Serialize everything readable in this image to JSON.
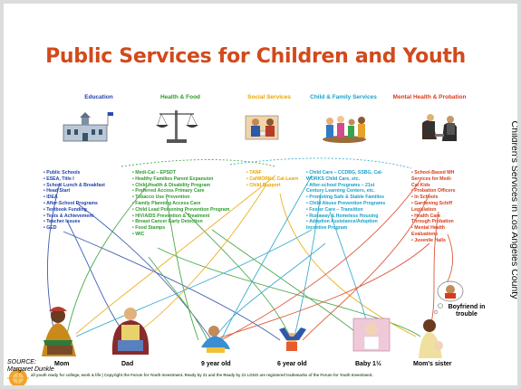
{
  "title": "Public Services for Children and Youth",
  "side_title": "Children's Services in Los Angeles County",
  "categories": [
    {
      "label": "Education",
      "color": "#1f3fa8"
    },
    {
      "label": "Health & Food",
      "color": "#2d9a2d"
    },
    {
      "label": "Social Services",
      "color": "#e8a400"
    },
    {
      "label": "Child & Family Services",
      "color": "#1aa0c8"
    },
    {
      "label": "Mental Health & Probation",
      "color": "#d73c1a"
    }
  ],
  "education_items": [
    "• Public Schools",
    "• ESEA, Title I",
    "• School Lunch & Breakfast",
    "• Head Start",
    "• IDEA",
    "• After-School Programs",
    "• Textbook Funding",
    "• Tests & Achievement",
    "• Teacher Issues",
    "• GED"
  ],
  "health_items": [
    "• Medi-Cal – EPSDT",
    "• Healthy Families Parent Expansion",
    "• Child Health & Disability Program",
    "• Preferred Access Primary Care",
    "• Tobacco Use Prevention",
    "• Family Planning Access Care",
    "• Child Lead Poisoning Prevention Program",
    "• HIV/AIDS Prevention & Treatment",
    "• Breast Cancer Early Detection",
    "• Food Stamps",
    "• WIC"
  ],
  "social_items": [
    "• TANF",
    "• CalWORKs, Cal-Learn",
    "• Child Support"
  ],
  "family_items": [
    "• Child Care – CCDBG, SSBG, Cal-",
    "  WORKS Child Care, etc.",
    "• After-school Programs – 21st",
    "  Century Learning Centers, etc.",
    "• Promoting Safe & Stable Families",
    "• Child Abuse Prevention Programs",
    "• Foster Care – Transition",
    "• Runaway & Homeless Housing",
    "• Adoption Assistance/Adoption",
    "  Incentive Program"
  ],
  "mental_items": [
    "• School-Based MH",
    "  Services for Medi-",
    "  Cal Kids",
    "• Probation Officers",
    "• In Schools",
    "• Gardening Schiff",
    "  Legislation",
    "• Health Care",
    "  Through Probation",
    "• Mental Health",
    "  Evaluations",
    "• Juvenile Halls"
  ],
  "members": [
    "Mom",
    "Dad",
    "9 year old",
    "6 year old",
    "Baby 1½",
    "Mom's sister"
  ],
  "boyfriend_label": "Boyfriend in trouble",
  "source_label": "SOURCE:",
  "source_name": "Margaret Dunkle",
  "footer": "all youth ready for college, work & life  |  Copyright the Forum for Youth Investment. Ready by 21 and the Ready by 21 LOGO are registered trademarks of the Forum for Youth Investment.",
  "colors": {
    "title": "#d24a1c",
    "education": "#1f3fa8",
    "health": "#2d9a2d",
    "social": "#e8a400",
    "family": "#1aa0c8",
    "mental": "#d73c1a"
  },
  "icons": [
    "school-building-icon",
    "scale-of-justice-icon",
    "social-worker-icon",
    "family-meeting-icon",
    "therapist-session-icon"
  ]
}
